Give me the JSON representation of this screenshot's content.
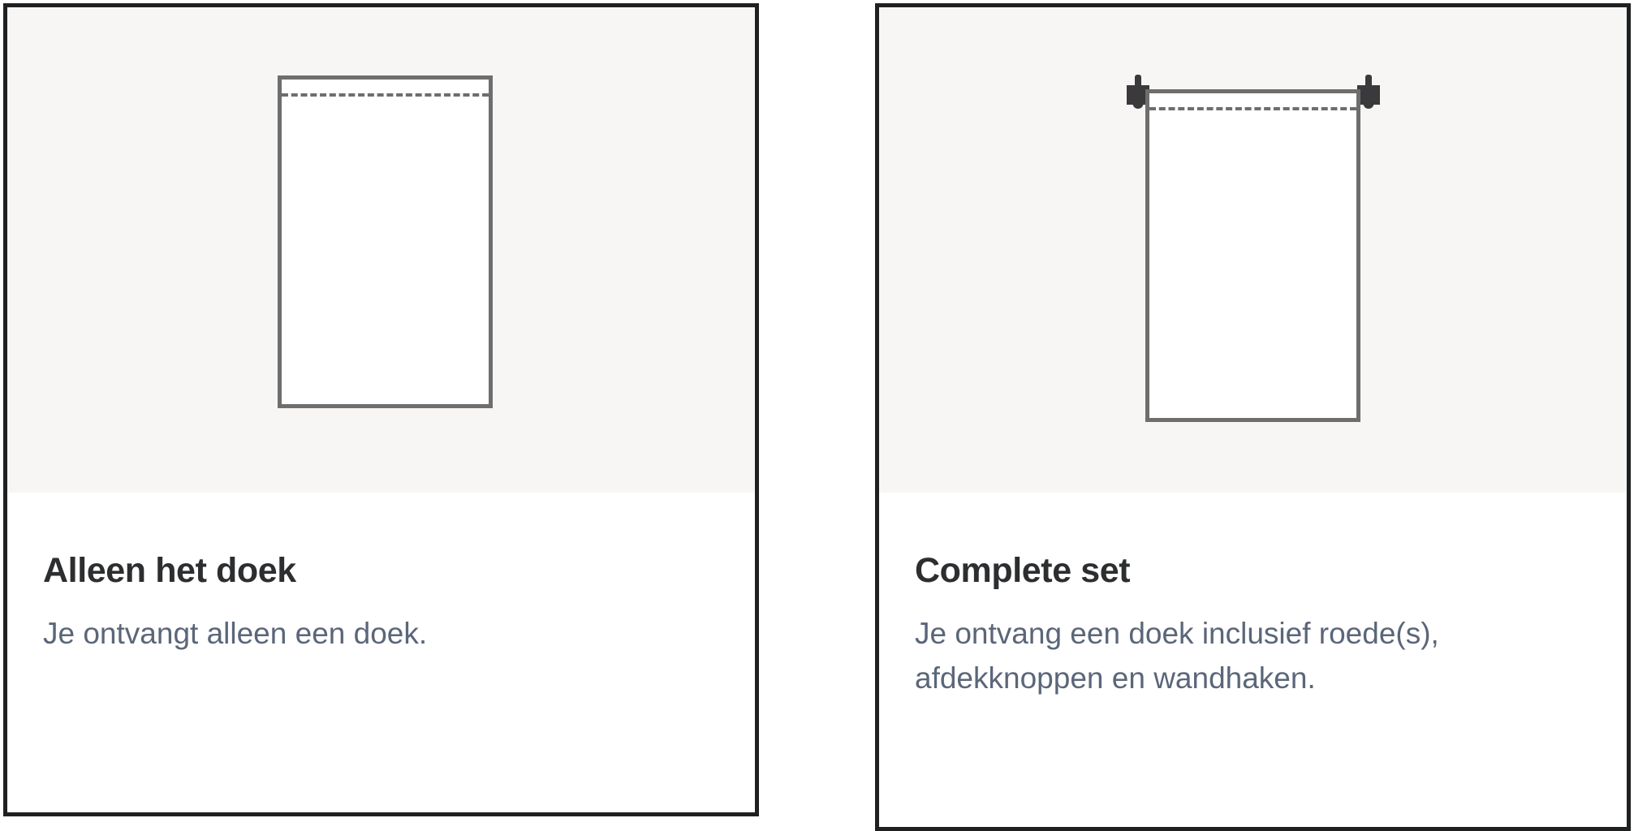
{
  "options": [
    {
      "id": "doek-only",
      "title": "Alleen het doek",
      "description": "Je ontvangt alleen een doek.",
      "illustration": {
        "name": "fabric-panel-only",
        "has_brackets": false
      }
    },
    {
      "id": "complete-set",
      "title": "Complete set",
      "description": "Je ontvang een doek inclusief roede(s), afdekknoppen en wandhaken.",
      "illustration": {
        "name": "fabric-panel-with-rod-and-brackets",
        "has_brackets": true
      }
    }
  ],
  "colors": {
    "card_border": "#1f2021",
    "illustration_background": "#f7f6f4",
    "figure_stroke": "#6e6e6e",
    "bracket": "#3a3a3c",
    "title_text": "#2c2e30",
    "description_text": "#5b6679",
    "card_background": "#ffffff"
  }
}
